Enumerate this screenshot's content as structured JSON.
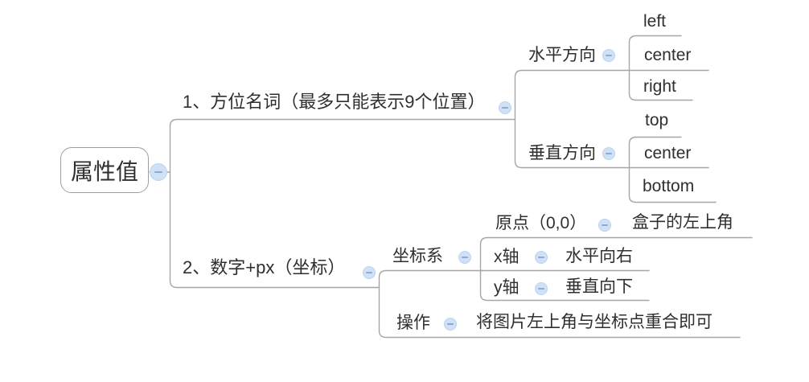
{
  "mindmap": {
    "root": {
      "label": "属性值",
      "children": [
        {
          "label": "1、方位名词（最多只能表示9个位置）",
          "children": [
            {
              "label": "水平方向",
              "children": [
                {
                  "label": "left"
                },
                {
                  "label": "center"
                },
                {
                  "label": "right"
                }
              ]
            },
            {
              "label": "垂直方向",
              "children": [
                {
                  "label": "top"
                },
                {
                  "label": "center"
                },
                {
                  "label": "bottom"
                }
              ]
            }
          ]
        },
        {
          "label": "2、数字+px（坐标）",
          "children": [
            {
              "label": "坐标系",
              "children": [
                {
                  "label": "原点（0,0）",
                  "children": [
                    {
                      "label": "盒子的左上角"
                    }
                  ]
                },
                {
                  "label": "x轴",
                  "children": [
                    {
                      "label": "水平向右"
                    }
                  ]
                },
                {
                  "label": "y轴",
                  "children": [
                    {
                      "label": "垂直向下"
                    }
                  ]
                }
              ]
            },
            {
              "label": "操作",
              "children": [
                {
                  "label": "将图片左上角与坐标点重合即可"
                }
              ]
            }
          ]
        }
      ]
    },
    "icons": {
      "collapse": "minus-circle"
    },
    "colors": {
      "background": "#ffffff",
      "text": "#2f2f2f",
      "connector_line": "#a6a6a6",
      "root_border": "#9e9e9e",
      "collapse_fill": "#cfe1f7",
      "collapse_glyph": "#8fa9cf"
    }
  }
}
